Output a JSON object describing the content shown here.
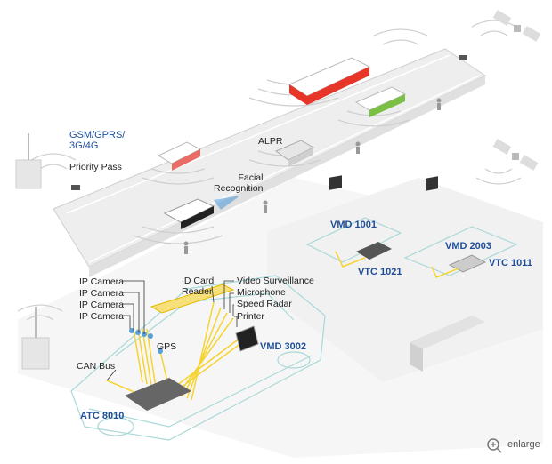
{
  "labels": {
    "gsm": "GSM/GPRS/\n3G/4G",
    "priority_pass": "Priority Pass",
    "alpr": "ALPR",
    "facial_recognition": "Facial\nRecognition",
    "vmd_1001": "VMD 1001",
    "vtc_1021": "VTC 1021",
    "vmd_2003": "VMD 2003",
    "vtc_1011": "VTC 1011",
    "ip_camera": [
      "IP Camera",
      "IP Camera",
      "IP Camera",
      "IP Camera"
    ],
    "id_card_reader": "ID Card\nReader",
    "video_surveillance": "Video Surveillance",
    "microphone": "Microphone",
    "speed_radar": "Speed Radar",
    "printer": "Printer",
    "gps": "GPS",
    "vmd_3002": "VMD 3002",
    "can_bus": "CAN Bus",
    "atc_8010": "ATC 8010"
  },
  "enlarge": "enlarge",
  "colors": {
    "road": "#efefef",
    "road_edge": "#c8c8c8",
    "platform": "#f4f4f4",
    "wire": "#f5d430",
    "wire_dark": "#e2b900",
    "car_line": "#a9d8d8",
    "label_blue": "#1f4e99",
    "wave": "#cfcfcf"
  }
}
